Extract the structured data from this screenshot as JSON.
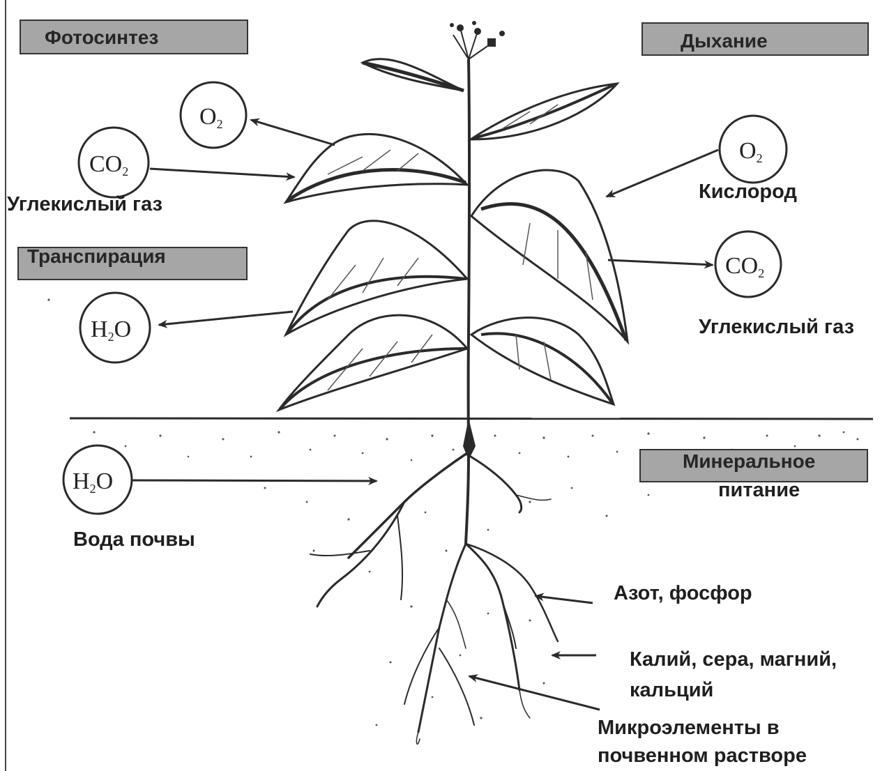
{
  "headings": {
    "photosynthesis": "Фотосинтез",
    "respiration": "Дыхание",
    "transpiration": "Транспирация",
    "mineral_line1": "Минеральное",
    "mineral_line2": "питание"
  },
  "labels": {
    "co2_left": "Углекислый газ",
    "oxygen_right": "Кислород",
    "co2_right": "Углекислый газ",
    "soil_water": "Вода почвы",
    "nitrogen_phosphorus": "Азот, фосфор",
    "potassium_line1": "Калий, сера, магний,",
    "potassium_line2": "кальций",
    "micro_line1": "Микроэлементы в",
    "micro_line2": "почвенном растворе"
  },
  "molecules": {
    "o2_left": {
      "main": "O",
      "sub": "2"
    },
    "co2_left": {
      "main": "CO",
      "sub": "2"
    },
    "h2o_transpiration": {
      "main1": "H",
      "sub": "2",
      "main2": "O"
    },
    "o2_right": {
      "main": "O",
      "sub": "2"
    },
    "co2_right": {
      "main": "CO",
      "sub": "2"
    },
    "h2o_soil": {
      "main1": "H",
      "sub": "2",
      "main2": "O"
    }
  },
  "colors": {
    "heading_fill": "#a6a6a6",
    "ink": "#2a2a2a"
  }
}
